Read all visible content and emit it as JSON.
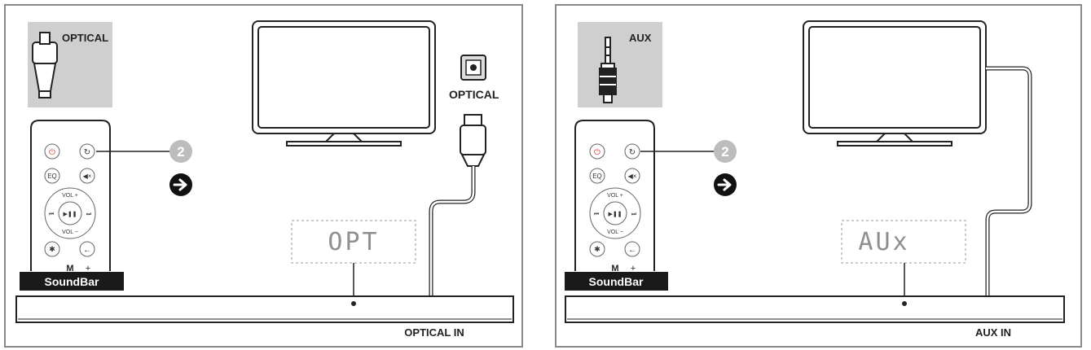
{
  "panels": [
    {
      "connector_label": "OPTICAL",
      "tv_port_label": "OPTICAL",
      "step_number": "2",
      "remote_brand": "SoundBar",
      "display_text": "OPT",
      "input_label": "OPTICAL IN",
      "remote_labels": {
        "eq": "EQ",
        "vol_up": "VOL +",
        "vol_down": "VOL −",
        "mode": "M",
        "plus": "+"
      }
    },
    {
      "connector_label": "AUX",
      "step_number": "2",
      "remote_brand": "SoundBar",
      "display_text": "AUx",
      "input_label": "AUX IN",
      "remote_labels": {
        "eq": "EQ",
        "vol_up": "VOL +",
        "vol_down": "VOL −",
        "mode": "M",
        "plus": "+"
      }
    }
  ],
  "colors": {
    "frame": "#8a8a8a",
    "step_badge": "#bdbdbd",
    "power": "#d9342b",
    "connector_bg": "#cfcfcf"
  }
}
